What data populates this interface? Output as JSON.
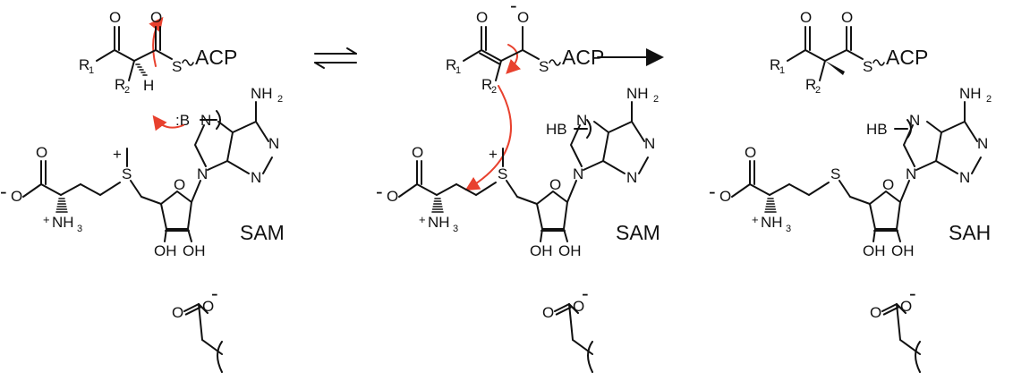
{
  "colors": {
    "ink": "#111111",
    "electron_arrow": "#e8412e",
    "background": "#ffffff"
  },
  "labels": {
    "acp": "ACP",
    "o": "O",
    "s": "S",
    "h": "H",
    "r": "R",
    "sub1": "1",
    "sub2": "2",
    "sub3": "3",
    "base_lone": ":B",
    "base_protonated": "HB",
    "nh2": "NH",
    "nh3_plus": "+",
    "nh3": "NH",
    "n": "N",
    "oh": "OH",
    "minus": "-",
    "plus": "+"
  },
  "panels": [
    {
      "id": "left",
      "cofactor": "SAM"
    },
    {
      "id": "middle",
      "cofactor": "SAM"
    },
    {
      "id": "right",
      "cofactor": "SAH"
    }
  ],
  "arrows": {
    "equilibrium": "⇌",
    "forward": "→"
  }
}
